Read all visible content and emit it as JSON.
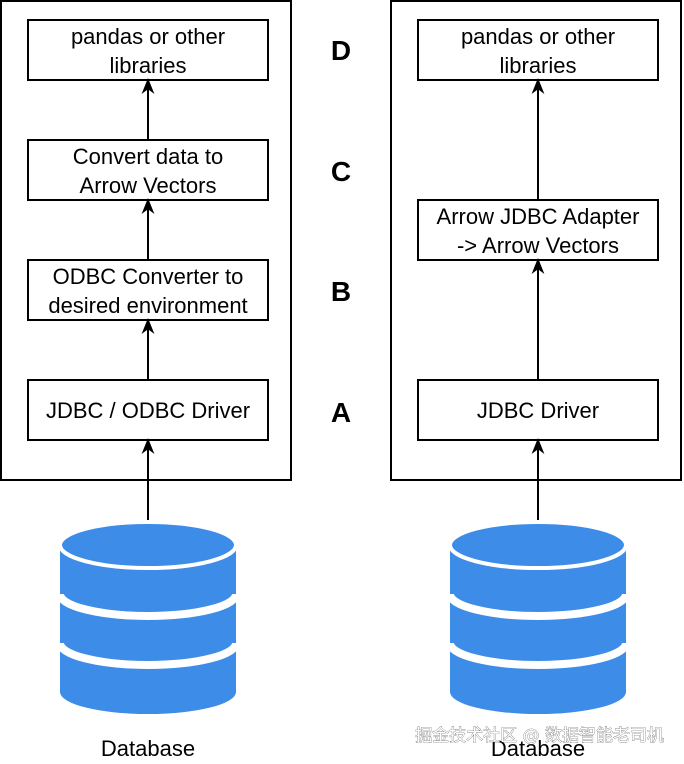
{
  "left_stack": {
    "boxes": [
      {
        "lines": [
          "pandas or other",
          "libraries"
        ]
      },
      {
        "lines": [
          "Convert data to",
          "Arrow Vectors"
        ]
      },
      {
        "lines": [
          "ODBC Converter to",
          "desired environment"
        ]
      },
      {
        "lines": [
          "JDBC / ODBC Driver"
        ]
      }
    ],
    "database_label": "Database"
  },
  "right_stack": {
    "boxes": [
      {
        "lines": [
          "pandas or other",
          "libraries"
        ]
      },
      {
        "lines": [
          "Arrow JDBC Adapter",
          "-> Arrow Vectors"
        ]
      },
      {
        "lines": [
          "JDBC Driver"
        ]
      }
    ],
    "database_label": "Database"
  },
  "stages": [
    "D",
    "C",
    "B",
    "A"
  ],
  "watermark": "掘金技术社区 @ 数据智能老司机",
  "colors": {
    "database_fill": "#3d8ce8",
    "database_stripe": "#ffffff",
    "stroke": "#000000"
  }
}
